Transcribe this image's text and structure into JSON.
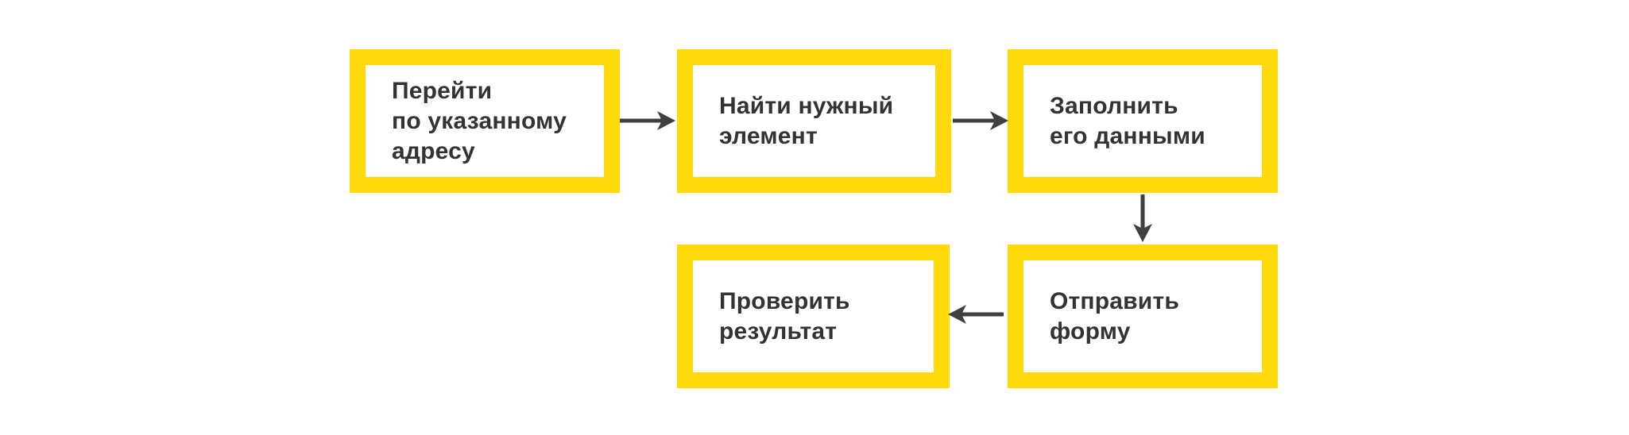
{
  "diagram": {
    "type": "flowchart",
    "language": "ru",
    "colors": {
      "node_border": "#FFD90A",
      "node_fill": "#FFFFFF",
      "text": "#333333",
      "arrow": "#3F3F3F",
      "background": "#FFFFFF"
    },
    "nodes": [
      {
        "id": "goto-address",
        "label": "Перейти\nпо указанному\nадресу"
      },
      {
        "id": "find-element",
        "label": "Найти нужный\nэлемент"
      },
      {
        "id": "fill-with-data",
        "label": "Заполнить\nего данными"
      },
      {
        "id": "submit-form",
        "label": "Отправить\nформу"
      },
      {
        "id": "check-result",
        "label": "Проверить\nрезультат"
      }
    ],
    "edges": [
      {
        "from": "goto-address",
        "to": "find-element",
        "direction": "right"
      },
      {
        "from": "find-element",
        "to": "fill-with-data",
        "direction": "right"
      },
      {
        "from": "fill-with-data",
        "to": "submit-form",
        "direction": "down"
      },
      {
        "from": "submit-form",
        "to": "check-result",
        "direction": "left"
      }
    ]
  }
}
